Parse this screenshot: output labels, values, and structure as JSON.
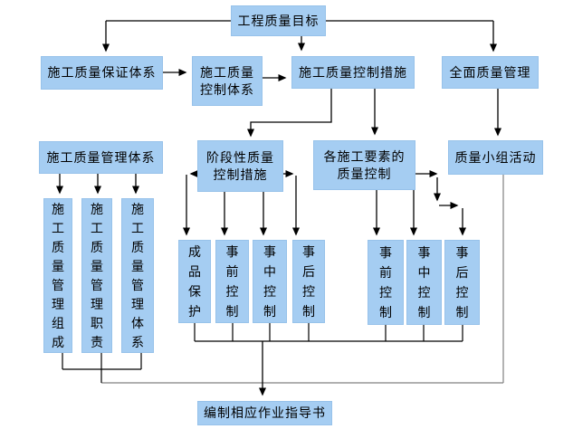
{
  "flowchart": {
    "root": {
      "label": "工程质量目标"
    },
    "row2": {
      "assurance_system": {
        "label": "施工质量保证体系"
      },
      "control_system": {
        "label": "施工质量\n控制体系"
      },
      "control_measures": {
        "label": "施工质量控制措施"
      },
      "total_quality_mgmt": {
        "label": "全面质量管理"
      }
    },
    "row3": {
      "mgmt_system": {
        "label": "施工质量管理体系"
      },
      "staged_measures": {
        "label": "阶段性质量\n控制措施"
      },
      "element_control": {
        "label": "各施工要素的\n质量控制"
      },
      "quality_team": {
        "label": "质量小组活动"
      }
    },
    "mgmt_columns": {
      "composition": {
        "label": "施工质量管理组成"
      },
      "duties": {
        "label": "施工质量管理职责"
      },
      "system": {
        "label": "施工质量管理体系"
      }
    },
    "stage_columns_left": {
      "product_protection": {
        "label": "成品保护"
      },
      "pre_control": {
        "label": "事前控制"
      },
      "mid_control": {
        "label": "事中控制"
      },
      "post_control": {
        "label": "事后控制"
      }
    },
    "stage_columns_right": {
      "pre_control": {
        "label": "事前控制"
      },
      "mid_control": {
        "label": "事中控制"
      },
      "post_control": {
        "label": "事后控制"
      }
    },
    "bottom": {
      "work_instructions": {
        "label": "编制相应作业指导书"
      }
    }
  },
  "colors": {
    "box_fill": "#a5cdf2",
    "arrow_line": "#000000",
    "plain_connector": "#808080",
    "background": "#ffffff",
    "text": "#000000"
  }
}
